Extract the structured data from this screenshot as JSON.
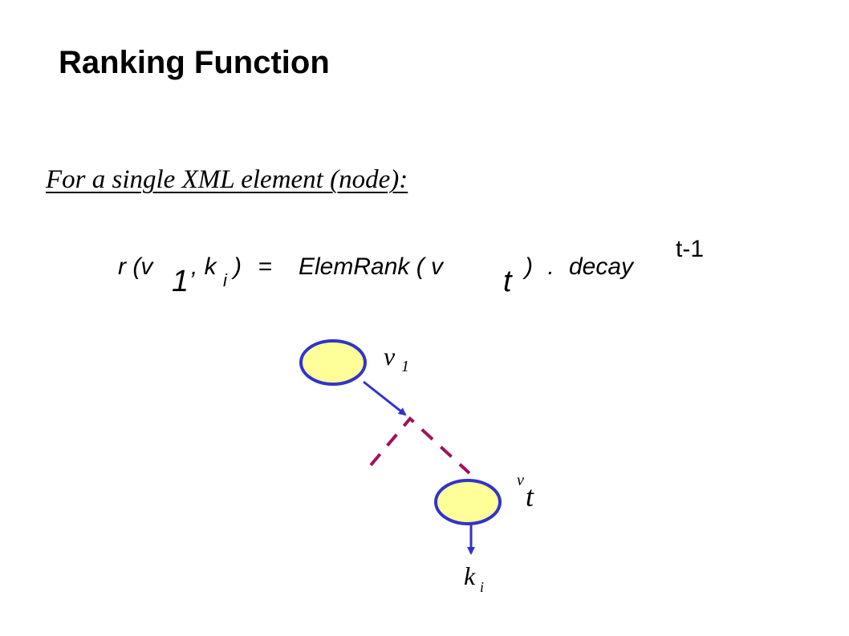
{
  "slide": {
    "title": "Ranking Function",
    "subtitle": "For a single XML element (node):"
  },
  "formula": {
    "r_open": "r (v",
    "sub_1": "1",
    "comma_k": ", k",
    "sub_i": "i",
    "close_eq": ") =",
    "elemrank": "ElemRank ( v",
    "sub_t": "t",
    "dot_decay": ") . decay",
    "superscript": "t-1"
  },
  "diagram": {
    "node_v1_label": "v",
    "node_v1_sub": "1",
    "node_vt_label": "v",
    "node_vt_sub": "t",
    "keyword_label": "k",
    "keyword_sub": "i",
    "colors": {
      "node_fill": "#ffff99",
      "node_stroke": "#3333cc",
      "arrow": "#3333cc",
      "dashed_path": "#a0105a"
    }
  }
}
